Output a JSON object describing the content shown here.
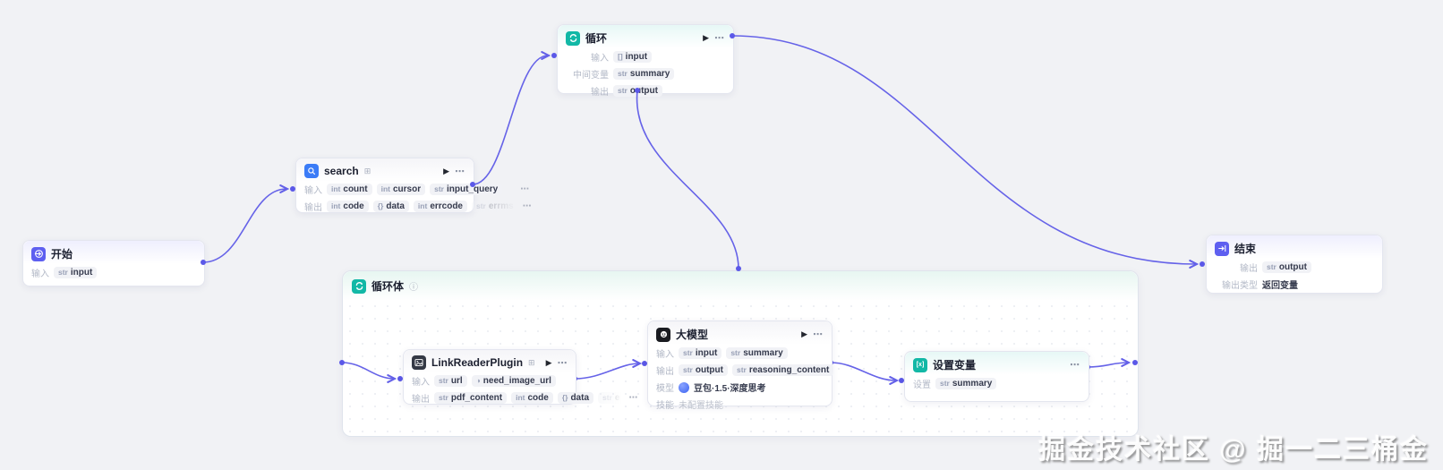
{
  "icons": {
    "play": "▶",
    "more": "⋯",
    "info": "ⓘ",
    "badge": "⊞",
    "setvar_glyph": "[x]"
  },
  "watermark": "掘金技术社区 @ 掘一二三桶金",
  "nodes": {
    "start": {
      "title": "开始",
      "row_label": "输入",
      "tags": [
        {
          "t": "str",
          "n": "input"
        }
      ]
    },
    "search": {
      "title": "search",
      "in_label": "输入",
      "out_label": "输出",
      "in_tags": [
        {
          "t": "int",
          "n": "count"
        },
        {
          "t": "int",
          "n": "cursor"
        },
        {
          "t": "str",
          "n": "input_query"
        }
      ],
      "out_tags": [
        {
          "t": "int",
          "n": "code"
        },
        {
          "t": "{}",
          "n": "data"
        },
        {
          "t": "int",
          "n": "errcode"
        },
        {
          "t": "str",
          "n": "errms"
        }
      ]
    },
    "loop": {
      "title": "循环",
      "rows": [
        {
          "label": "输入",
          "t": "[]",
          "n": "input"
        },
        {
          "label": "中间变量",
          "t": "str",
          "n": "summary"
        },
        {
          "label": "输出",
          "t": "str",
          "n": "output"
        }
      ]
    },
    "loop_body": {
      "title": "循环体"
    },
    "linkreader": {
      "title": "LinkReaderPlugin",
      "in_label": "输入",
      "out_label": "输出",
      "in_tags": [
        {
          "t": "str",
          "n": "url"
        },
        {
          "t": "◑",
          "n": "need_image_url"
        }
      ],
      "out_tags": [
        {
          "t": "str",
          "n": "pdf_content"
        },
        {
          "t": "int",
          "n": "code"
        },
        {
          "t": "{}",
          "n": "data"
        },
        {
          "t": "str",
          "n": "e"
        }
      ]
    },
    "llm": {
      "title": "大模型",
      "in_label": "输入",
      "out_label": "输出",
      "model_label": "模型",
      "skill_label": "技能",
      "in_tags": [
        {
          "t": "str",
          "n": "input"
        },
        {
          "t": "str",
          "n": "summary"
        }
      ],
      "out_tags": [
        {
          "t": "str",
          "n": "output"
        },
        {
          "t": "str",
          "n": "reasoning_content"
        }
      ],
      "model": "豆包·1.5·深度思考",
      "skill": "未配置技能"
    },
    "setvar": {
      "title": "设置变量",
      "row_label": "设置",
      "tags": [
        {
          "t": "str",
          "n": "summary"
        }
      ]
    },
    "end": {
      "title": "结束",
      "out_label": "输出",
      "type_label": "输出类型",
      "out_tags": [
        {
          "t": "str",
          "n": "output"
        }
      ],
      "type_value": "返回变量"
    }
  }
}
